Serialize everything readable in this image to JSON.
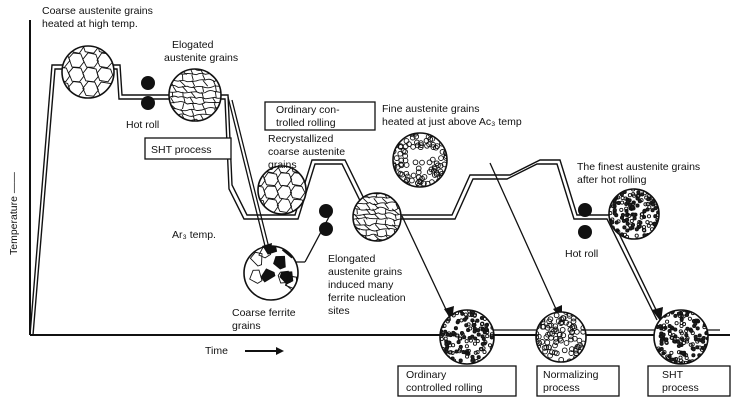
{
  "axes": {
    "y_label": "Temperature ——",
    "x_label": "Time"
  },
  "labels": {
    "coarse_heated": [
      "Coarse austenite grains",
      "heated at high temp."
    ],
    "elongated_top": [
      "Elogated",
      "austenite grains"
    ],
    "hot_roll_1": "Hot roll",
    "hot_roll_2": "Hot roll",
    "recrystallized": [
      "Recrystallized",
      "coarse austenite",
      "grains"
    ],
    "ar3": "Ar₃ temp.",
    "coarse_ferrite": [
      "Coarse ferrite",
      "grains"
    ],
    "elongated_mid": [
      "Elongated",
      "austenite grains",
      "induced many",
      "ferrite nucleation",
      "sites"
    ],
    "fine_heated": [
      "Fine austenite grains",
      "heated at just above Ac₃ temp"
    ],
    "finest": [
      "The finest austenite grains",
      "after hot rolling"
    ]
  },
  "boxes": {
    "ordinary_controlled_top": [
      "Ordinary con-",
      "trolled rolling"
    ],
    "sht_process": "SHT process",
    "ordinary_controlled_bottom": [
      "Ordinary",
      "controlled rolling"
    ],
    "normalizing": [
      "Normalizing",
      "process"
    ],
    "sht_bottom": [
      "SHT",
      "process"
    ]
  },
  "grains": {
    "coarse_heated": "polygon",
    "elongated_top": "elongated",
    "recrystallized": "polygon",
    "coarse_ferrite": "ferrite",
    "elongated_mid": "elongated",
    "fine_heated": "fine",
    "finest": "finest",
    "result_ordinary": "finest",
    "result_normalizing": "fine",
    "result_sht": "finest"
  }
}
